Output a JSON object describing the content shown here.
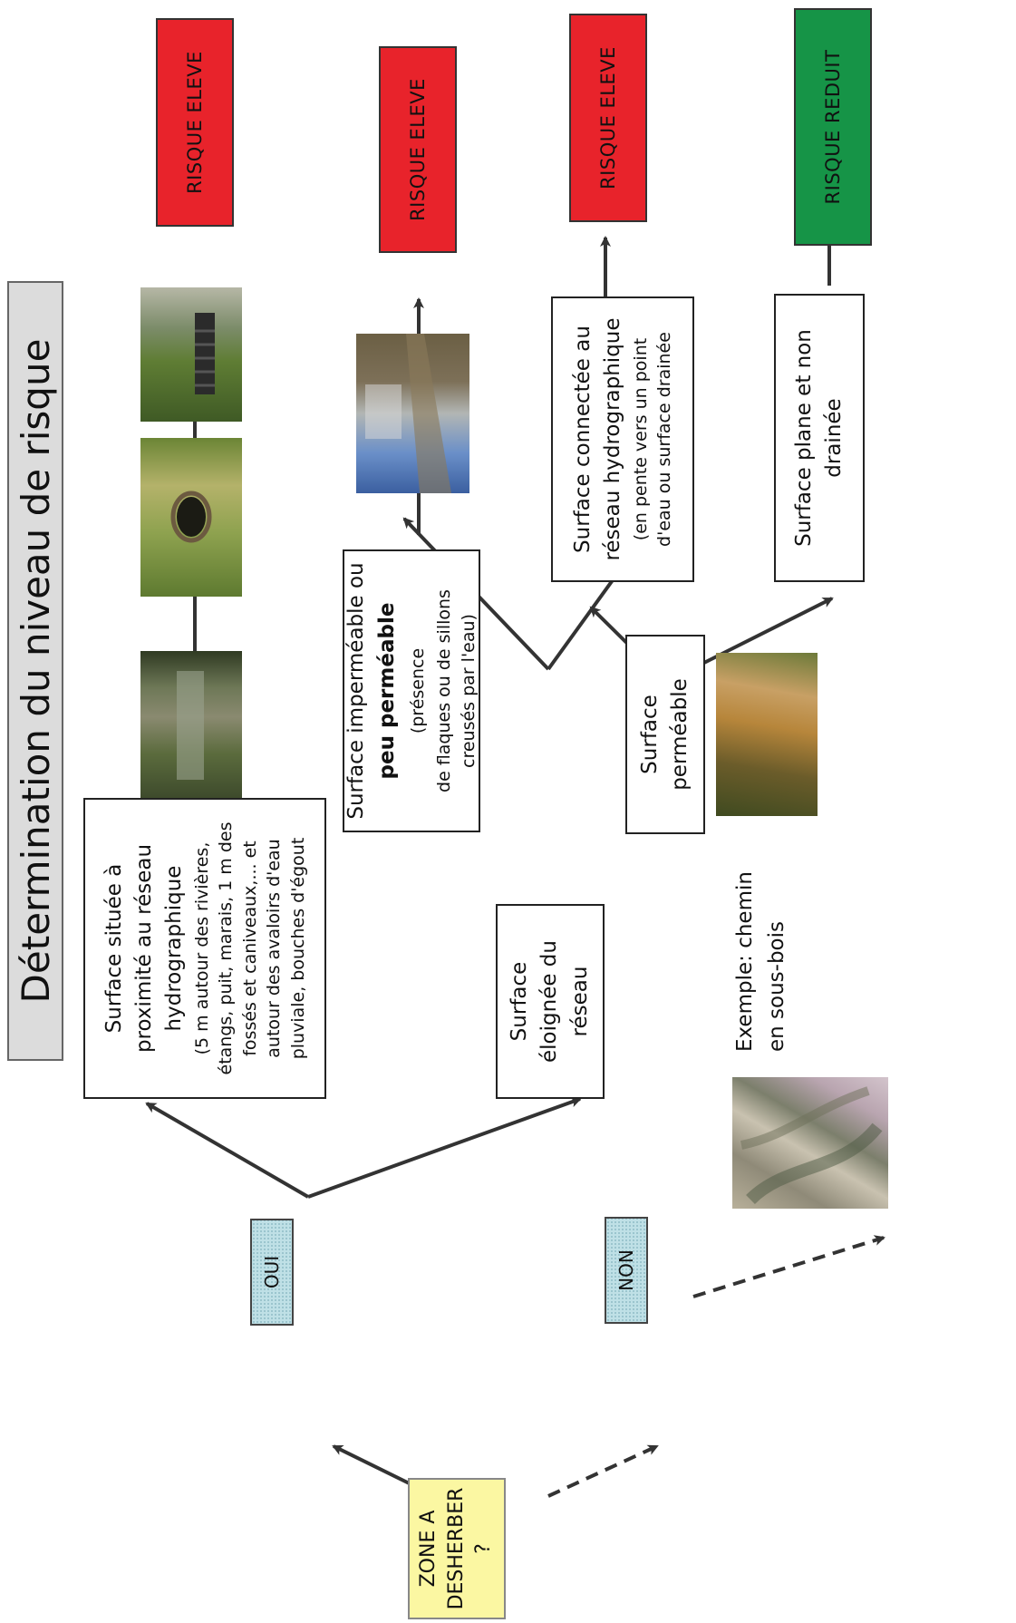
{
  "title": "Détermination du niveau de risque",
  "question": {
    "line1": "ZONE A",
    "line2": "DESHERBER ?"
  },
  "choices": {
    "yes": "OUI",
    "no": "NON"
  },
  "example": {
    "line1": "Exemple: chemin",
    "line2": "en sous-bois"
  },
  "boxes": {
    "proximite": {
      "lines": [
        "Surface située à",
        "proximité au réseau",
        "hydrographique"
      ],
      "detail": [
        "(5 m autour des rivières,",
        "étangs, puit, marais, 1 m des",
        "fossés et caniveaux,... et",
        "autour des avaloirs d'eau",
        "pluviale, bouches d'égout"
      ]
    },
    "eloignee": {
      "lines": [
        "Surface",
        "éloignée du",
        "réseau"
      ]
    },
    "impermeable": {
      "line1": "Surface imperméable ou",
      "line2_bold": "peu perméable",
      "line2_small": " (présence",
      "detail": [
        "de flaques ou de sillons",
        "creusés par l'eau)"
      ]
    },
    "permeable": {
      "lines": [
        "Surface",
        "perméable"
      ]
    },
    "connectee": {
      "lines": [
        "Surface connectée au",
        "réseau hydrographique"
      ],
      "detail": [
        "(en pente vers un point",
        "d'eau ou surface drainée"
      ]
    },
    "plane": {
      "lines": [
        "Surface plane et non",
        "drainée"
      ]
    }
  },
  "risks": {
    "r1": "RISQUE ELEVE",
    "r2": "RISQUE ELEVE",
    "r3": "RISQUE ELEVE",
    "r4": "RISQUE REDUIT"
  },
  "colors": {
    "high": "#e8232b",
    "low": "#169447",
    "question": "#fbf7a2",
    "choice": "#bfe0e6",
    "title_bg": "#dcdcdc"
  }
}
